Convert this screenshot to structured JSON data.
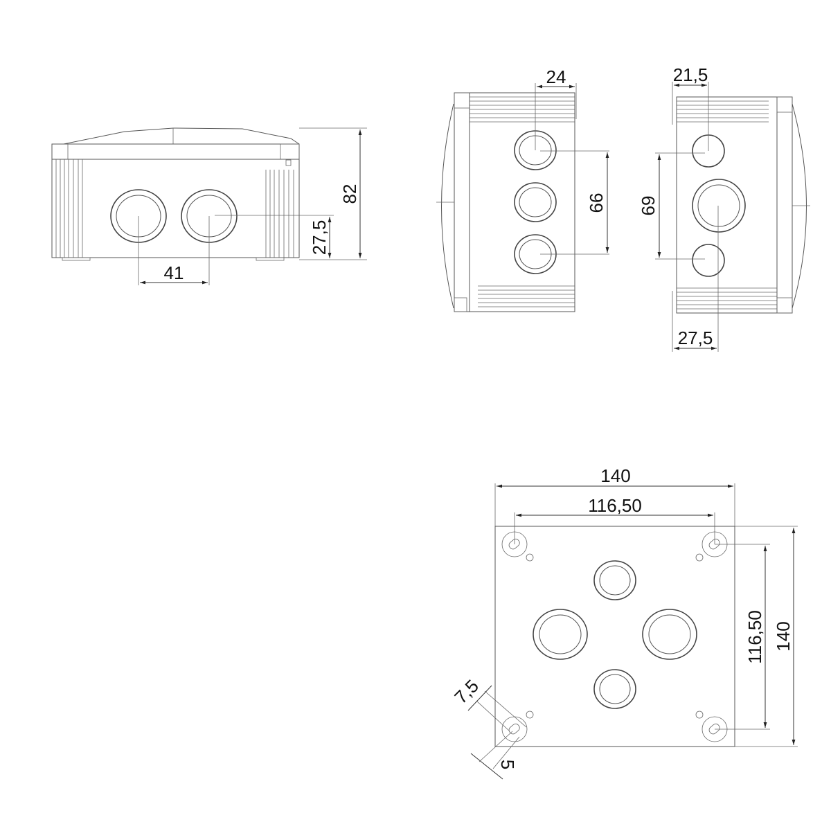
{
  "drawing": {
    "subject": "junction box technical drawing",
    "line_color": "#555555",
    "text_color": "#111111",
    "background": "#ffffff"
  },
  "front_view": {
    "dims": {
      "height_total": "82",
      "hole_center_height": "27,5",
      "hole_spacing": "41"
    }
  },
  "side_view_left": {
    "dims": {
      "hole_offset": "24",
      "hole_span": "66"
    }
  },
  "side_view_right": {
    "dims": {
      "top_hole_offset": "21,5",
      "hole_span": "69",
      "center_hole_offset": "27,5"
    }
  },
  "bottom_view": {
    "dims": {
      "width_total": "140",
      "mount_spacing_h": "116,50",
      "mount_spacing_v": "116,50",
      "height_total": "140",
      "slot_length": "7,5",
      "slot_width": "5"
    }
  }
}
